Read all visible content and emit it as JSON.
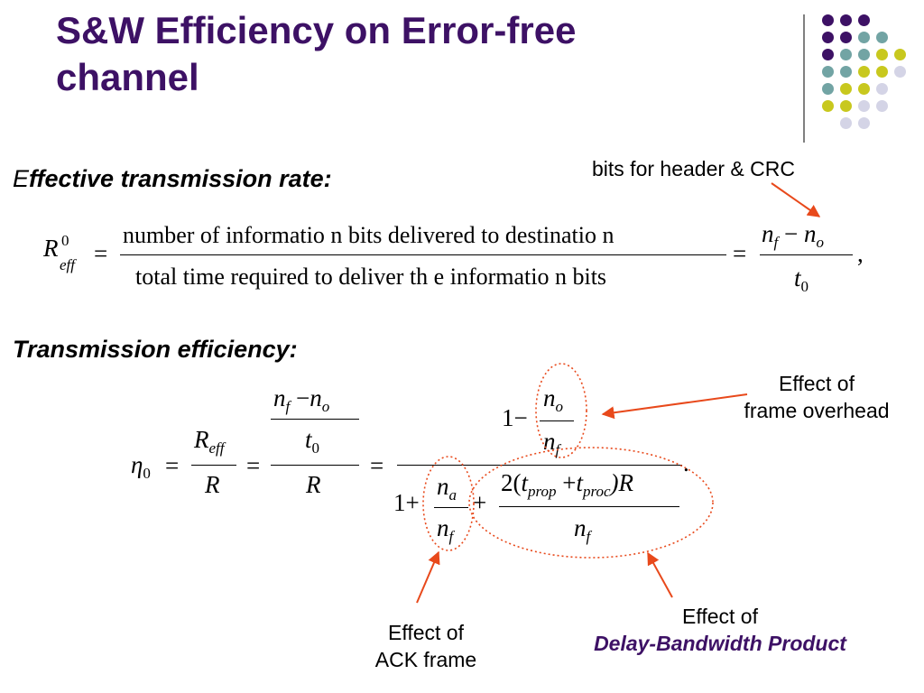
{
  "slide": {
    "title_line1": "S&W Efficiency on Error-free",
    "title_line2": "channel",
    "heading1_lead": "E",
    "heading1_rest": "ffective transmission rate:",
    "heading2": "Transmission efficiency:",
    "annot_header_crc": "bits for header & CRC",
    "annot_overhead_line1": "Effect of",
    "annot_overhead_line2": "frame overhead",
    "annot_ack_line1": "Effect of",
    "annot_ack_line2": "ACK frame",
    "annot_dbp_line1": "Effect of",
    "annot_dbp_line2": "Delay-Bandwidth Product"
  },
  "eq1": {
    "lhs": "R",
    "lhs_sup": "0",
    "lhs_sub": "eff",
    "eq": "=",
    "num_text": "number of informatio n bits delivered  to destinatio n",
    "den_text": "total time required to deliver th e informatio n bits",
    "eq2": "=",
    "n": "n",
    "f": "f",
    "minus": "−",
    "o": "o",
    "t": "t",
    "zero": "0",
    "comma": ","
  },
  "eq2": {
    "eta": "η",
    "zero": "0",
    "eq": "=",
    "R": "R",
    "eff": "eff",
    "n": "n",
    "f": "f",
    "o": "o",
    "a": "a",
    "t": "t",
    "minus": "−",
    "one_minus": "1−",
    "one_plus": "1+",
    "plus": "+",
    "two_open": "2(",
    "prop": "prop",
    "proc": "proc",
    "close_R": ")R",
    "period": "."
  },
  "colors": {
    "title": "#3d1165",
    "arrow": "#e8491b",
    "dots": [
      "#3d1165",
      "#72a4a4",
      "#c8c81e",
      "#d4d4e6"
    ]
  }
}
